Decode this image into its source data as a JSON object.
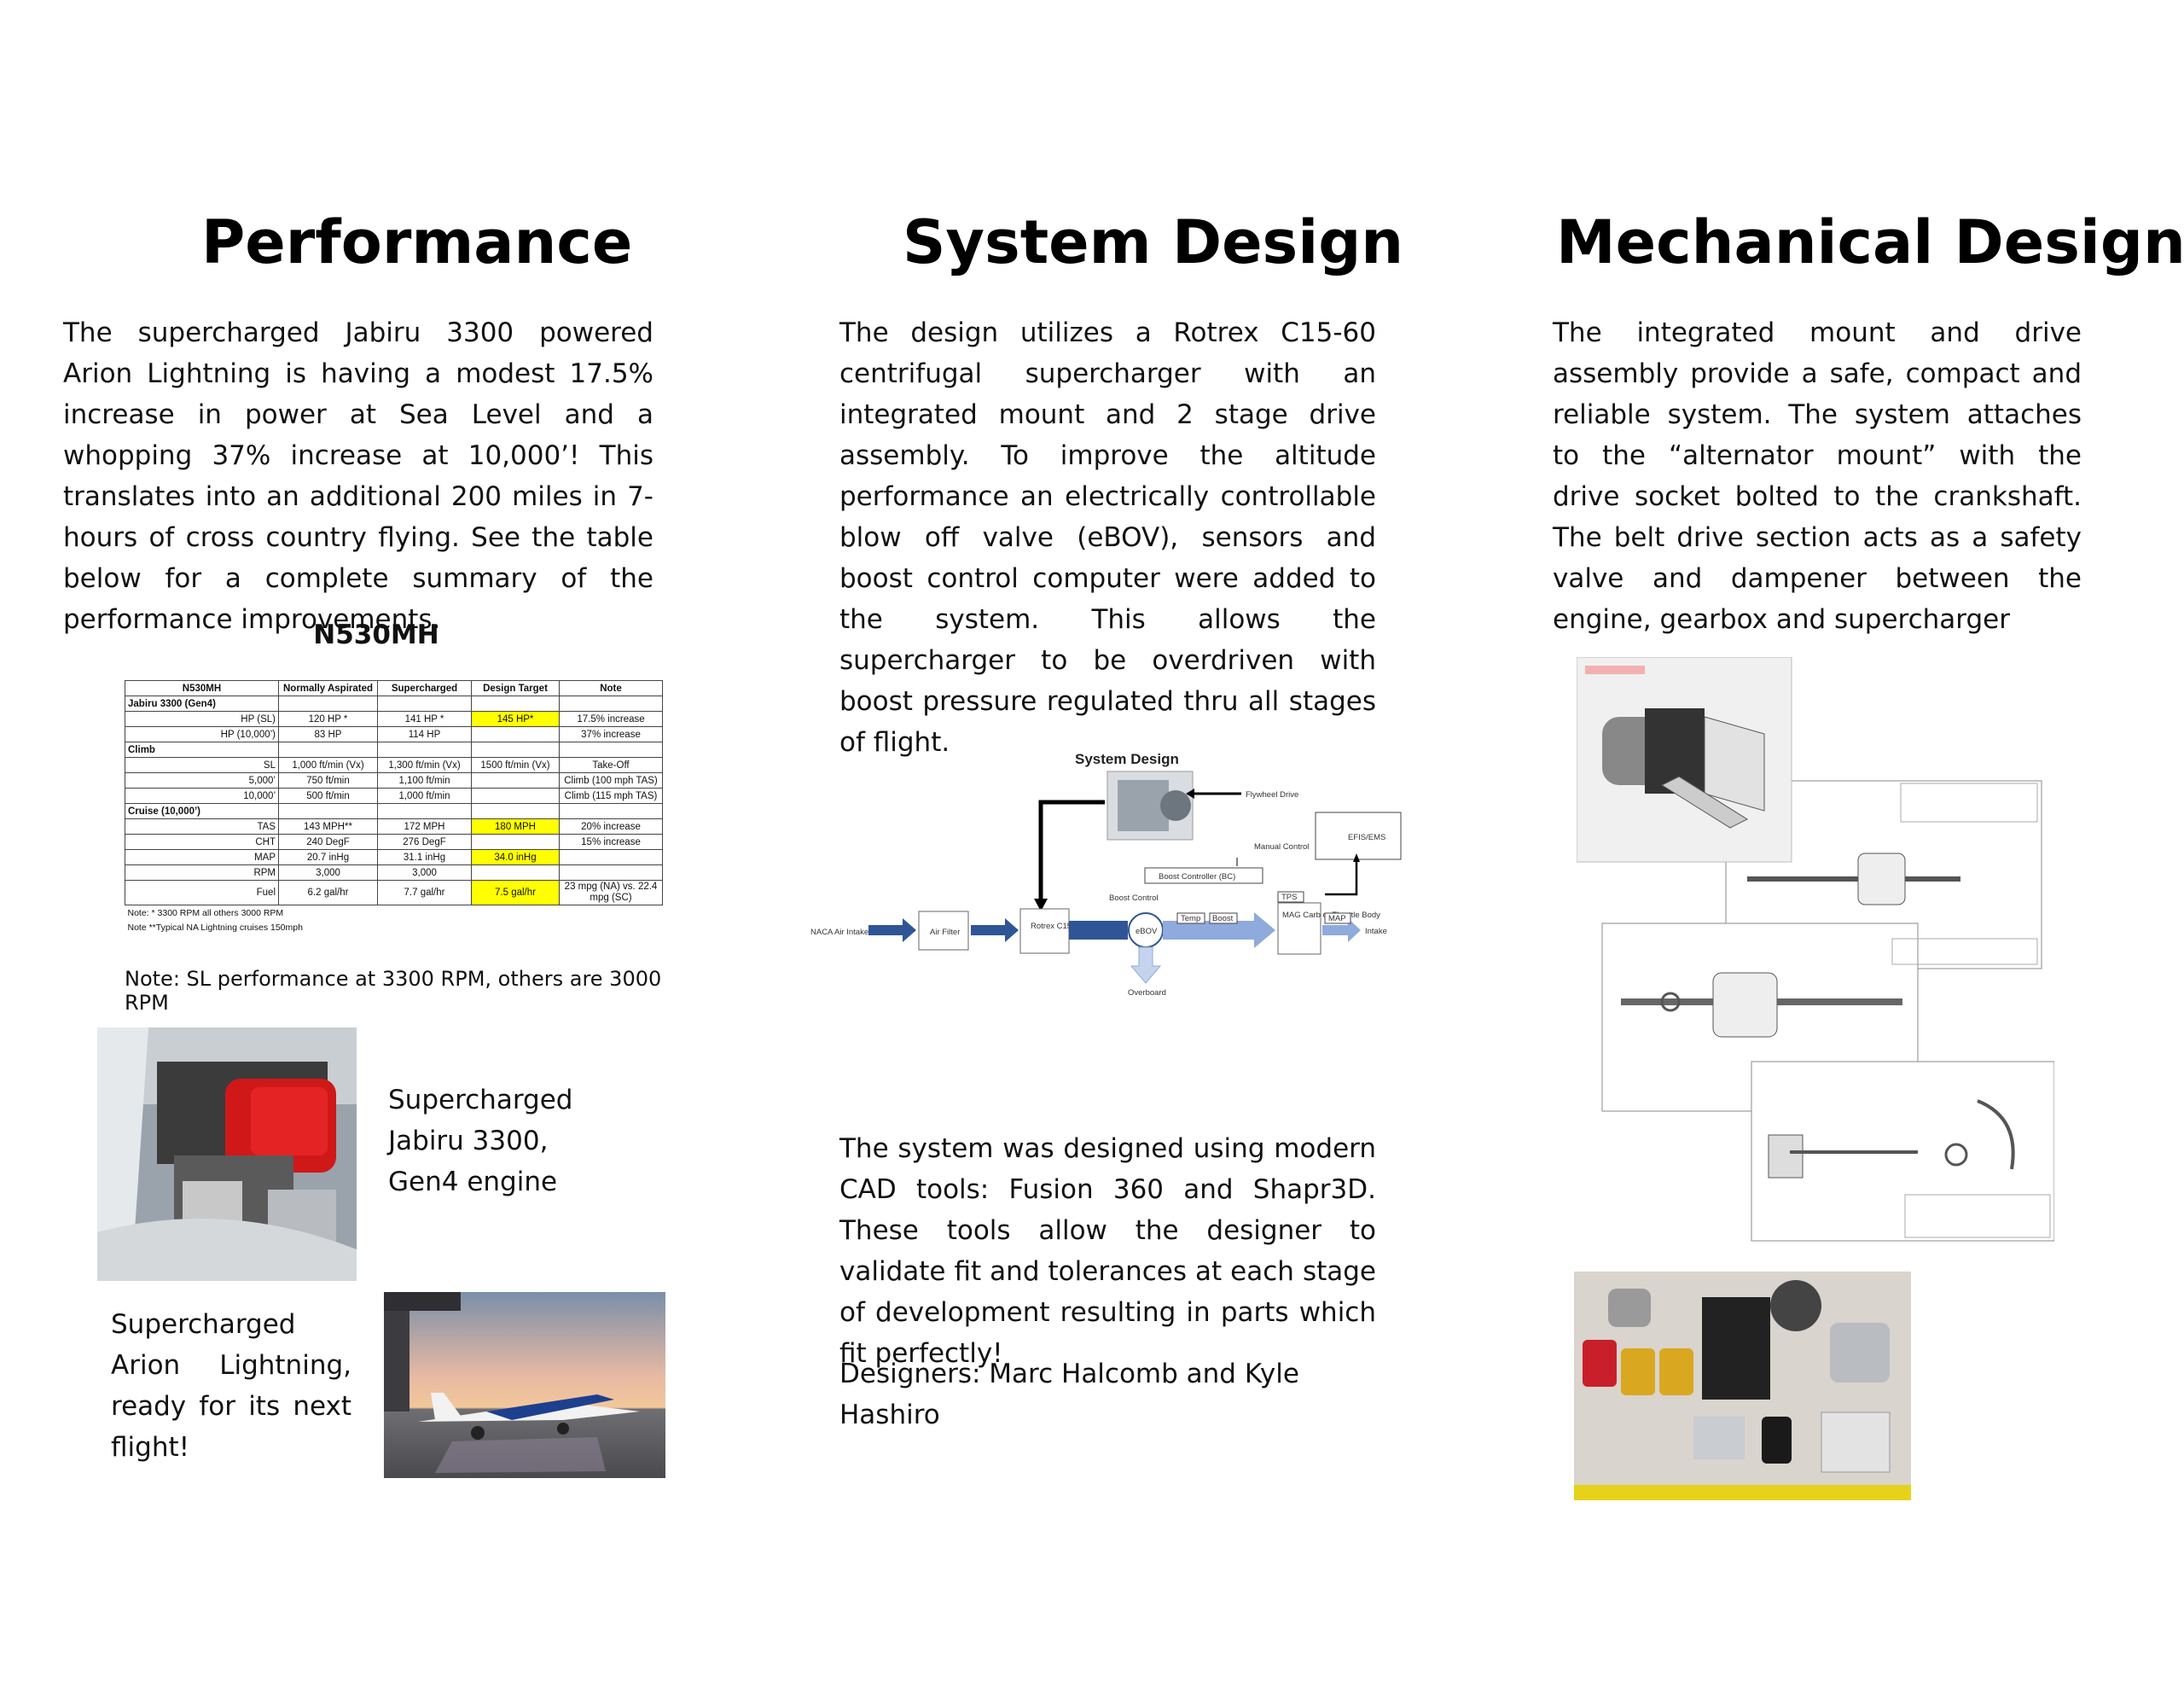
{
  "performance": {
    "heading": "Performance",
    "paragraph": "The supercharged Jabiru 3300 powered Arion Lightning is having a modest 17.5% increase in power at Sea Level and a whopping 37% increase at 10,000’!  This translates into an additional 200 miles in 7-hours of cross country flying.  See the table below for a complete summary of the performance improvements.",
    "table_title": "N530MH",
    "table": {
      "headers": [
        "N530MH",
        "Normally Aspirated",
        "Supercharged",
        "Design Target",
        "Note"
      ],
      "sections": [
        {
          "title": "Jabiru 3300 (Gen4)",
          "rows": [
            [
              "HP (SL)",
              "120 HP *",
              "141 HP *",
              "145 HP*",
              "17.5% increase"
            ],
            [
              "HP (10,000’)",
              "83 HP",
              "114 HP",
              "",
              "37% increase"
            ]
          ]
        },
        {
          "title": "Climb",
          "rows": [
            [
              "SL",
              "1,000 ft/min (Vx)",
              "1,300 ft/min (Vx)",
              "1500 ft/min (Vx)",
              "Take-Off"
            ],
            [
              "5,000’",
              "750 ft/min",
              "1,100 ft/min",
              "",
              "Climb (100 mph TAS)"
            ],
            [
              "10,000’",
              "500 ft/min",
              "1,000 ft/min",
              "",
              "Climb (115 mph TAS)"
            ]
          ]
        },
        {
          "title": "Cruise (10,000’)",
          "rows": [
            [
              "TAS",
              "143 MPH**",
              "172 MPH",
              "180 MPH",
              "20% increase"
            ],
            [
              "CHT",
              "240 DegF",
              "276 DegF",
              "",
              "15% increase"
            ],
            [
              "MAP",
              "20.7 inHg",
              "31.1 inHg",
              "34.0 inHg",
              ""
            ],
            [
              "RPM",
              "3,000",
              "3,000",
              "",
              ""
            ],
            [
              "Fuel",
              "6.2 gal/hr",
              "7.7 gal/hr",
              "7.5 gal/hr",
              "23 mpg (NA) vs. 22.4 mpg (SC)"
            ]
          ]
        }
      ],
      "footnotes": [
        "Note: * 3300 RPM all others 3000 RPM",
        "Note **Typical NA Lightning cruises 150mph"
      ]
    },
    "table_note": "Note: SL performance at 3300 RPM, others are 3000 RPM",
    "caption_engine": "Supercharged Jabiru 3300, Gen4 engine",
    "caption_plane": "Supercharged Arion Lightning, ready for its next flight!"
  },
  "system": {
    "heading": "System Design",
    "paragraph1": "The design utilizes a Rotrex C15-60 centrifugal supercharger with an integrated mount and 2 stage drive assembly.   To improve the altitude performance an electrically controllable blow off valve (eBOV), sensors and boost control computer were added to the system.  This allows the supercharger to be overdriven with boost pressure regulated thru all stages of flight.",
    "diagram": {
      "title": "System Design",
      "labels": {
        "naca": "NACA Air Intake",
        "filter": "Air Filter",
        "rotrex": "Rotrex C15-60",
        "ebov": "eBOV",
        "overboard": "Overboard",
        "flywheel": "Flywheel Drive",
        "manual": "Manual Control",
        "boost_ctrl": "Boost Controller (BC)",
        "boost_control": "Boost Control",
        "efis": "EFIS/EMS",
        "temp": "Temp",
        "boost": "Boost",
        "tps": "TPS",
        "carb": "MAG Carb or Throttle Body",
        "map": "MAP",
        "intake": "Intake"
      }
    },
    "paragraph2": "The system was designed using modern CAD tools: Fusion 360 and Shapr3D.  These tools allow the designer to validate fit and tolerances at each stage of development resulting in parts which fit perfectly!",
    "designers": "Designers: Marc Halcomb and Kyle Hashiro"
  },
  "mechanical": {
    "heading": "Mechanical Design",
    "paragraph": "The integrated mount and drive assembly provide a safe, compact and reliable system.   The system attaches to the “alternator mount” with the drive socket bolted to the crankshaft.  The belt drive section acts as a safety valve and dampener between the engine, gearbox and supercharger"
  },
  "colors": {
    "highlight": "#ffff00",
    "arrow_dark": "#2f5597",
    "arrow_light": "#8faadc"
  }
}
